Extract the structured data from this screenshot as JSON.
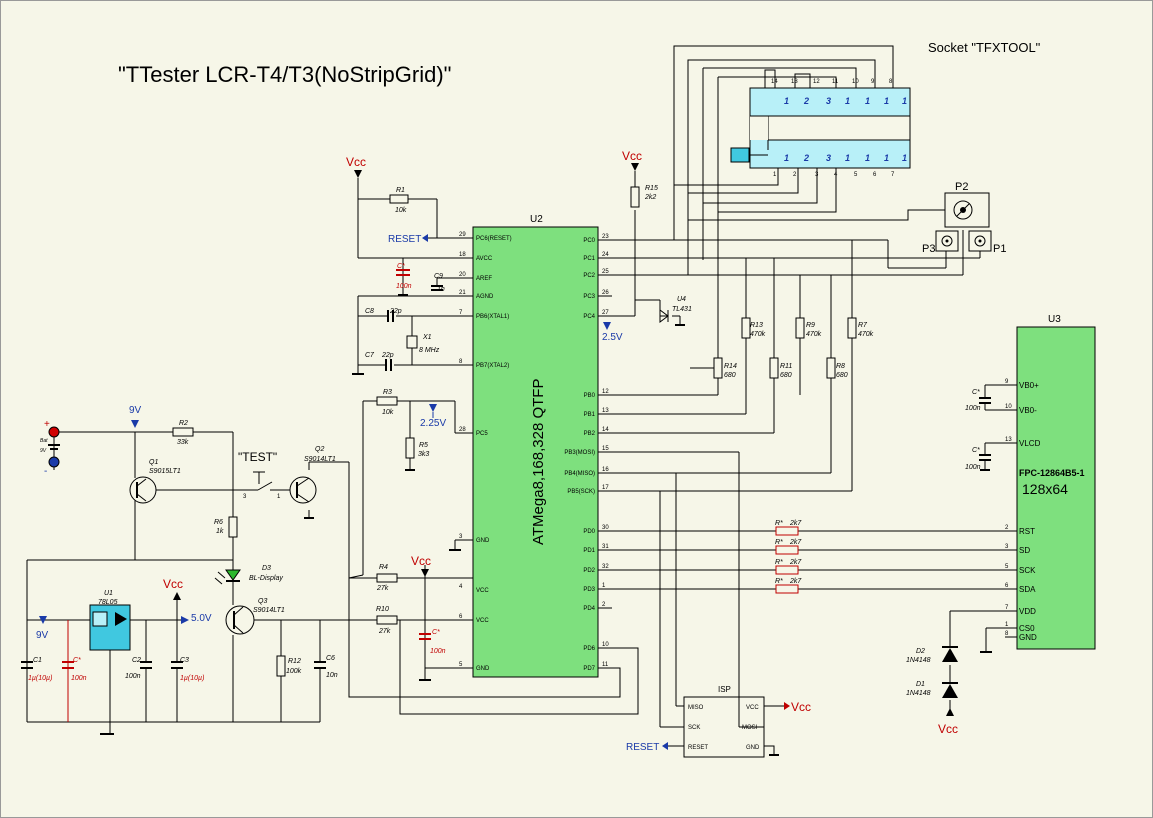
{
  "title": "\"TTester LCR-T4/T3(NoStripGrid)\"",
  "socket_title": "Socket \"TFXTOOL\"",
  "socket": {
    "top_pins": [
      "14",
      "13",
      "12",
      "11",
      "10",
      "9",
      "8"
    ],
    "bottom_pins": [
      "1",
      "2",
      "3",
      "4",
      "5",
      "6",
      "7"
    ],
    "cell_top": [
      "1",
      "2",
      "3",
      "1",
      "1",
      "1",
      "1"
    ],
    "cell_bottom": [
      "1",
      "2",
      "3",
      "1",
      "1",
      "1",
      "1"
    ]
  },
  "u2": {
    "ref": "U2",
    "body_label": "ATMega8,168,328 QTFP",
    "left_pins": [
      {
        "num": "29",
        "name": "PC6(RESET)"
      },
      {
        "num": "18",
        "name": "AVCC"
      },
      {
        "num": "20",
        "name": "AREF"
      },
      {
        "num": "21",
        "name": "AGND"
      },
      {
        "num": "7",
        "name": "PB6(XTAL1)"
      },
      {
        "num": "8",
        "name": "PB7(XTAL2)"
      },
      {
        "num": "28",
        "name": "PC5"
      },
      {
        "num": "3",
        "name": "GND"
      },
      {
        "num": "4",
        "name": "VCC"
      },
      {
        "num": "6",
        "name": "VCC"
      },
      {
        "num": "5",
        "name": "GND"
      }
    ],
    "right_pins": [
      {
        "num": "23",
        "name": "PC0"
      },
      {
        "num": "24",
        "name": "PC1"
      },
      {
        "num": "25",
        "name": "PC2"
      },
      {
        "num": "26",
        "name": "PC3"
      },
      {
        "num": "27",
        "name": "PC4"
      },
      {
        "num": "12",
        "name": "PB0"
      },
      {
        "num": "13",
        "name": "PB1"
      },
      {
        "num": "14",
        "name": "PB2"
      },
      {
        "num": "15",
        "name": "PB3(MOSI)"
      },
      {
        "num": "16",
        "name": "PB4(MISO)"
      },
      {
        "num": "17",
        "name": "PB5(SCK)"
      },
      {
        "num": "30",
        "name": "PD0"
      },
      {
        "num": "31",
        "name": "PD1"
      },
      {
        "num": "32",
        "name": "PD2"
      },
      {
        "num": "1",
        "name": "PD3"
      },
      {
        "num": "2",
        "name": "PD4"
      },
      {
        "num": "10",
        "name": "PD6"
      },
      {
        "num": "11",
        "name": "PD7"
      }
    ]
  },
  "u3": {
    "ref": "U3",
    "model": "FPC-12864B5-1",
    "resolution": "128x64",
    "pins": [
      {
        "num": "9",
        "name": "VB0+"
      },
      {
        "num": "10",
        "name": "VB0-"
      },
      {
        "num": "13",
        "name": "VLCD"
      },
      {
        "num": "2",
        "name": "RST"
      },
      {
        "num": "3",
        "name": "SD"
      },
      {
        "num": "5",
        "name": "SCK"
      },
      {
        "num": "6",
        "name": "SDA"
      },
      {
        "num": "7",
        "name": "VDD"
      },
      {
        "num": "1",
        "name": "CS0"
      },
      {
        "num": "8",
        "name": "GND"
      }
    ]
  },
  "isp": {
    "ref": "ISP",
    "left": [
      "MISO",
      "SCK",
      "RESET"
    ],
    "right": [
      "VCC",
      "MOSI",
      "GND"
    ]
  },
  "u1": {
    "ref": "U1",
    "value": "78L05"
  },
  "u4": {
    "ref": "U4",
    "value": "TL431"
  },
  "x1": {
    "ref": "X1",
    "value": "8 MHz"
  },
  "q1": {
    "ref": "Q1",
    "value": "S9015LT1"
  },
  "q2": {
    "ref": "Q2",
    "value": "S9014LT1"
  },
  "q3": {
    "ref": "Q3",
    "value": "S9014LT1"
  },
  "d1": {
    "ref": "D1",
    "value": "1N4148"
  },
  "d2": {
    "ref": "D2",
    "value": "1N4148"
  },
  "d3": {
    "ref": "D3",
    "value": "BL-Display"
  },
  "p1": "P1",
  "p2": "P2",
  "p3": "P3",
  "resistors": {
    "r1": {
      "ref": "R1",
      "value": "10k"
    },
    "r2": {
      "ref": "R2",
      "value": "33k"
    },
    "r3": {
      "ref": "R3",
      "value": "10k"
    },
    "r4": {
      "ref": "R4",
      "value": "27k"
    },
    "r5": {
      "ref": "R5",
      "value": "3k3"
    },
    "r6": {
      "ref": "R6",
      "value": "1k"
    },
    "r7": {
      "ref": "R7",
      "value": "470k"
    },
    "r8": {
      "ref": "R8",
      "value": "680"
    },
    "r9": {
      "ref": "R9",
      "value": "470k"
    },
    "r10": {
      "ref": "R10",
      "value": "27k"
    },
    "r11": {
      "ref": "R11",
      "value": "680"
    },
    "r12": {
      "ref": "R12",
      "value": "100k"
    },
    "r13": {
      "ref": "R13",
      "value": "470k"
    },
    "r14": {
      "ref": "R14",
      "value": "680"
    },
    "r15": {
      "ref": "R15",
      "value": "2k2"
    },
    "rstar_ref": "R*",
    "rstar_val": "2k7"
  },
  "caps": {
    "c1": {
      "ref": "C1",
      "value": "1µ(10µ)"
    },
    "c2": {
      "ref": "C2",
      "value": "100n"
    },
    "c3": {
      "ref": "C3",
      "value": "1µ(10µ)"
    },
    "c6": {
      "ref": "C6",
      "value": "10n"
    },
    "c7": {
      "ref": "C7",
      "value": "22p"
    },
    "c8": {
      "ref": "C8",
      "value": "22p"
    },
    "c9": {
      "ref": "C9",
      "value": "1n"
    },
    "cstar_ref": "C*",
    "cstar_val": "100n"
  },
  "nets": {
    "vcc": "Vcc",
    "reset": "RESET",
    "v9": "9V",
    "v5": "5.0V",
    "v25": "2.5V",
    "v225": "2.25V",
    "test": "\"TEST\""
  },
  "battery": {
    "plus": "+",
    "minus": "-",
    "label1": "Bat",
    "label2": "9V"
  }
}
